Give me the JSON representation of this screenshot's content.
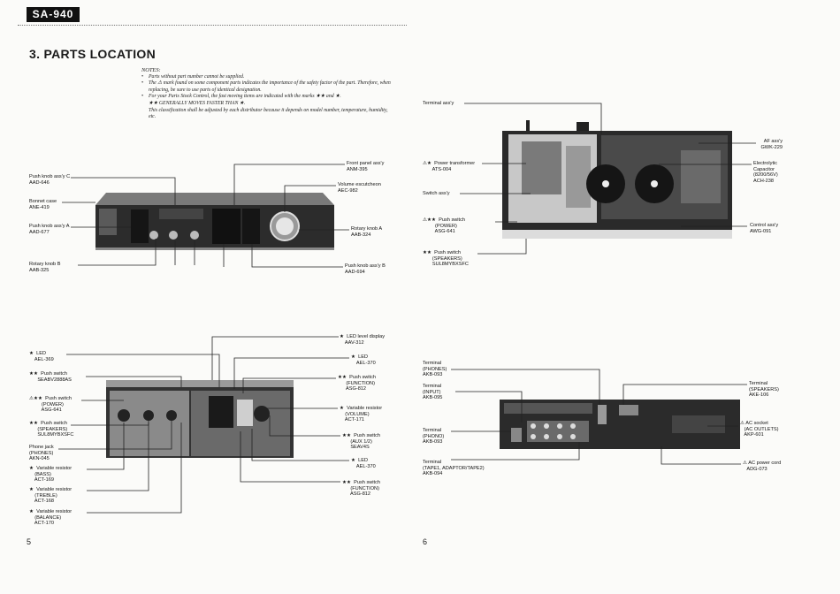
{
  "model_badge": "SA-940",
  "section_title": "3. PARTS  LOCATION",
  "notes": {
    "heading": "NOTES:",
    "items": [
      {
        "marker": "•",
        "text": "Parts without part number cannot be supplied."
      },
      {
        "marker": "•",
        "text": "The ⚠ mark found on some component parts indicates the importance of the safety factor of the part. Therefore, when replacing, be sure to use parts of identical designation."
      },
      {
        "marker": "•",
        "text": "For your Parts Stock Control, the fast moving items are indicated with the marks ★★ and ★."
      },
      {
        "marker": "",
        "text": "★★  GENERALLY MOVES FASTER THAN ★."
      },
      {
        "marker": "",
        "text": "This classification shall be adjusted by each distributor because it depends on model number, temperature, humidity, etc."
      }
    ]
  },
  "front_panel_labels": [
    {
      "text": "Push knob ass'y C\nAAD-646"
    },
    {
      "text": "Bonnet case\nANE-419"
    },
    {
      "text": "Push knob ass'y A\nAAD-677"
    },
    {
      "text": "Rotary knob B\nAAB-325"
    },
    {
      "text": "Front panel ass'y\nANM-395"
    },
    {
      "text": "Volume escutcheon\nAEC-982"
    },
    {
      "text": "Rotary knob A\nAAB-324"
    },
    {
      "text": "Push knob ass'y B\nAAD-694"
    }
  ],
  "top_view_labels": [
    {
      "text": "Terminal ass'y"
    },
    {
      "text": "⚠★  Power transformer\n       ATS-004"
    },
    {
      "text": "Switch ass'y"
    },
    {
      "text": "⚠★★  Push switch\n         (POWER)\n         ASG-641"
    },
    {
      "text": "★★  Push switch\n       (SPEAKERS)\n       SUL8MYBXSFC"
    },
    {
      "text": "AF ass'y\nGWK-229"
    },
    {
      "text": "Electrolytic\nCapacitor\n(8200/56V)\nACH-238"
    },
    {
      "text": "Control ass'y\nAWG-091"
    }
  ],
  "inner_front_labels": [
    {
      "text": "★  LED\n    AEL-369"
    },
    {
      "text": "★★  Push switch\n      SEABV2888AS"
    },
    {
      "text": "⚠★★  Push switch\n         (POWER)\n         ASG-641"
    },
    {
      "text": "★★  Push switch\n      (SPEAKERS)\n      SUL8MYBXSFC"
    },
    {
      "text": "Phone jack\n(PHONES)\nAKN-045"
    },
    {
      "text": "★  Variable resistor\n    (BASS)\n    ACT-169"
    },
    {
      "text": "★  Variable resistor\n    (TREBLE)\n    ACT-168"
    },
    {
      "text": "★  Variable resistor\n    (BALANCE)\n    ACT-170"
    },
    {
      "text": "★  LED level display\n    AAV-312"
    },
    {
      "text": "★  LED\n    AEL-370"
    },
    {
      "text": "★★  Push switch\n      (FUNCTION)\n      ASG-812"
    },
    {
      "text": "★  Variable resistor\n    (VOLUME)\n    ACT-171"
    },
    {
      "text": "★★  Push switch\n      (AUX 1/2)\n      SEAV4S"
    },
    {
      "text": "★  LED\n    AEL-370"
    },
    {
      "text": "★★  Push switch\n      (FUNCTION)\n      ASG-812"
    }
  ],
  "rear_labels": [
    {
      "text": "Terminal\n(PHONES)\nAKB-093"
    },
    {
      "text": "Terminal\n(INPUT)\nAKB-095"
    },
    {
      "text": "Terminal\n(PHONO)\nAKB-093"
    },
    {
      "text": "Terminal\n(TAPE1, ADAPTOR/TAPE2)\nAKB-094"
    },
    {
      "text": "Terminal\n(SPEAKERS)\nAKE-106"
    },
    {
      "text": "⚠ AC socket\n   (AC OUTLETS)\n   AKP-601"
    },
    {
      "text": "⚠ AC power cord\n   ADG-073"
    }
  ],
  "page_numbers": {
    "left": "5",
    "right": "6"
  }
}
